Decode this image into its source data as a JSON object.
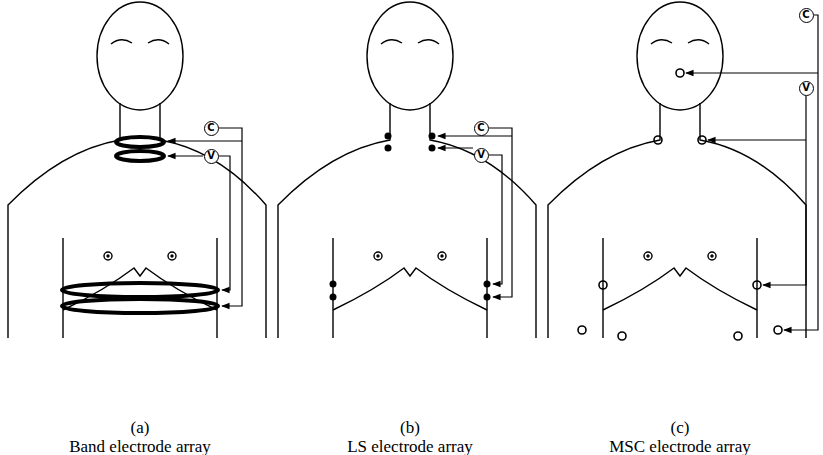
{
  "diagram": {
    "nodes": [
      {
        "text": [
          "C"
        ]
      },
      {
        "text": [
          "V"
        ]
      },
      {
        "text": [
          "C"
        ]
      },
      {
        "text": [
          "V"
        ]
      },
      {
        "text": [
          "C"
        ]
      },
      {
        "text": [
          "V"
        ]
      }
    ],
    "labels": [
      "(a)",
      "Band electrode array",
      "(b)",
      "LS electrode array",
      "(c)",
      "MSC electrode array"
    ]
  }
}
